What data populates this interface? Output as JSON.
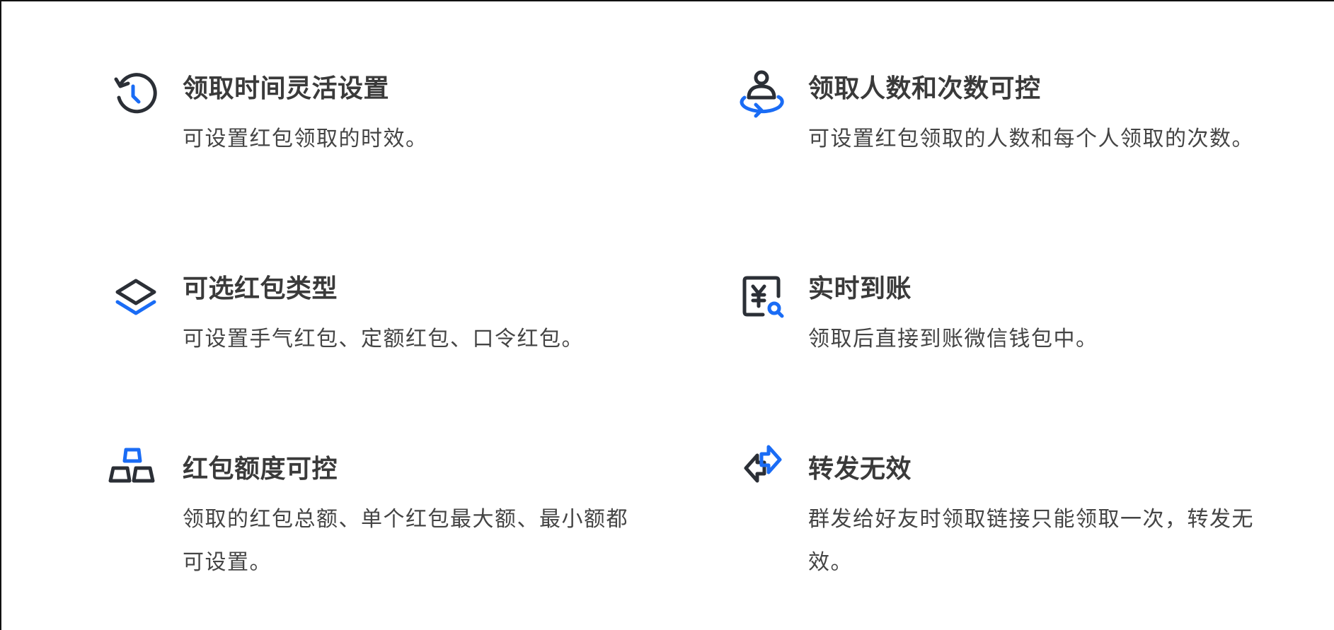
{
  "colors": {
    "accent_blue": "#1a6cf5",
    "icon_dark": "#2b2f36",
    "title_text": "#3a3a3a",
    "desc_text": "#444444",
    "background": "#ffffff"
  },
  "features": [
    {
      "icon": "clock-history-icon",
      "title": "领取时间灵活设置",
      "description": "可设置红包领取的时效。"
    },
    {
      "icon": "user-rotate-icon",
      "title": "领取人数和次数可控",
      "description": "可设置红包领取的人数和每个人领取的次数。"
    },
    {
      "icon": "layers-icon",
      "title": "可选红包类型",
      "description": "可设置手气红包、定额红包、口令红包。"
    },
    {
      "icon": "yuan-search-icon",
      "title": "实时到账",
      "description": "领取后直接到账微信钱包中。"
    },
    {
      "icon": "stacked-blocks-icon",
      "title": "红包额度可控",
      "description": "领取的红包总额、单个红包最大额、最小额都可设置。"
    },
    {
      "icon": "swap-arrows-icon",
      "title": "转发无效",
      "description": "群发给好友时领取链接只能领取一次，转发无效。"
    }
  ]
}
